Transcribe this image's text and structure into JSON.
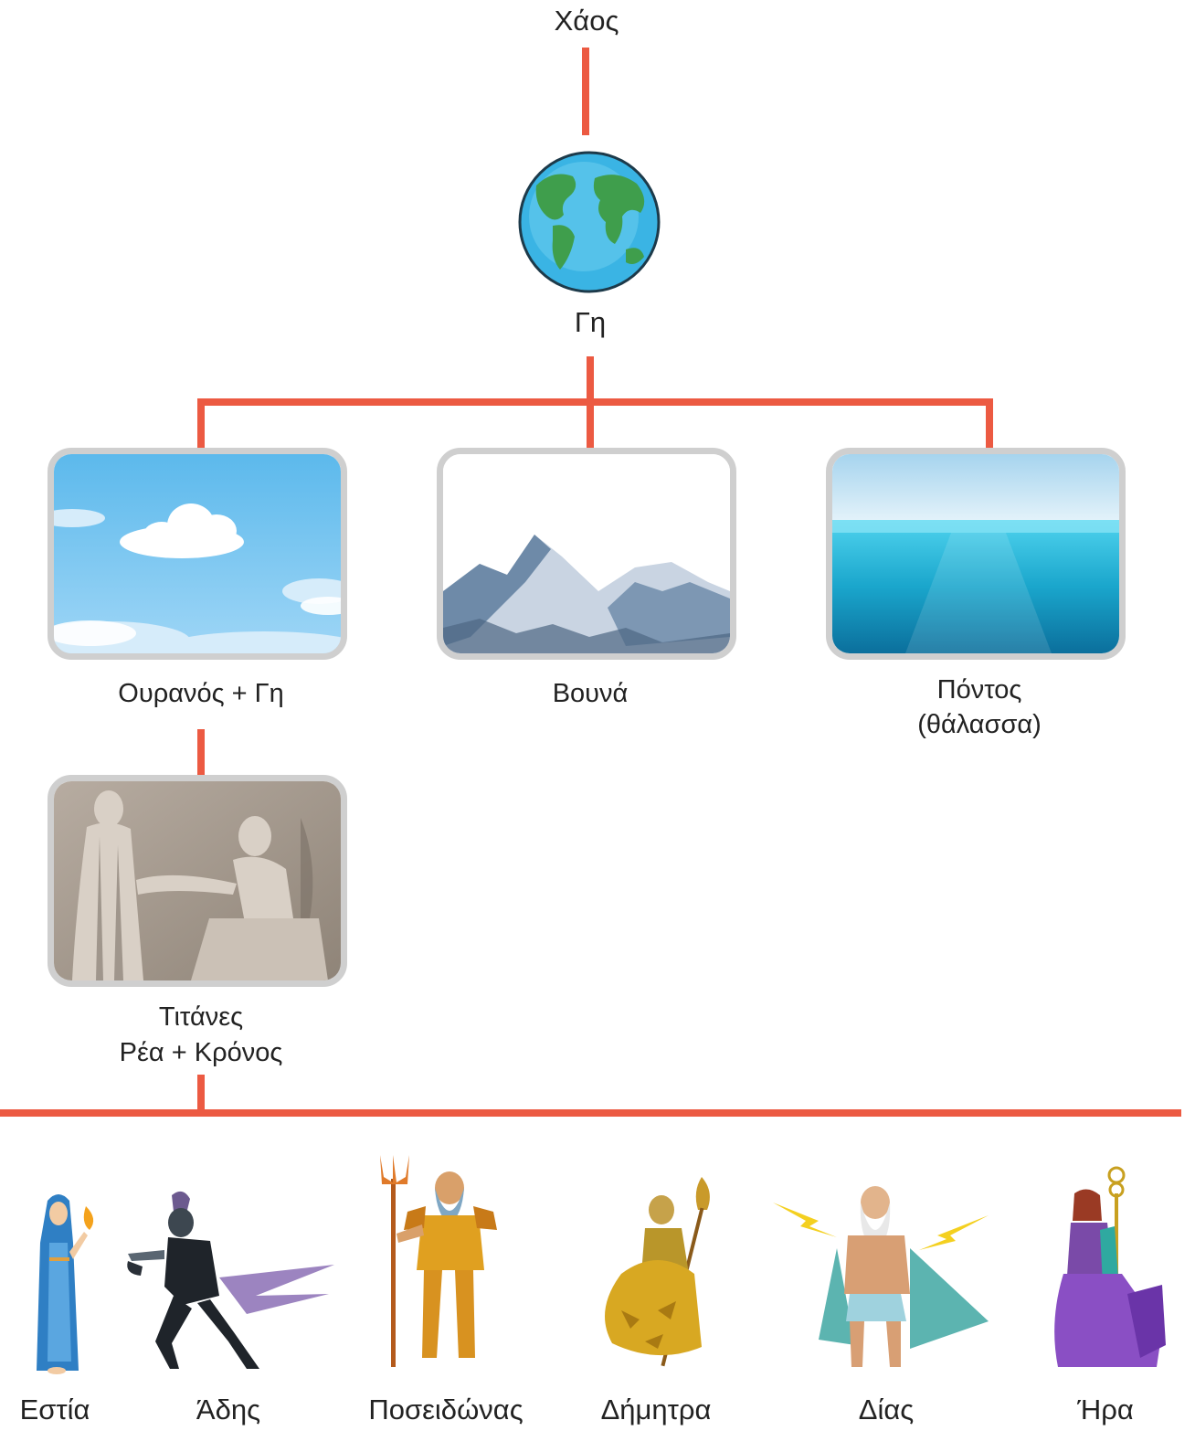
{
  "root": {
    "label": "Χάος"
  },
  "earth": {
    "label": "Γη"
  },
  "children": [
    {
      "label": "Ουρανός + Γη"
    },
    {
      "label": "Βουνά"
    },
    {
      "label_line1": "Πόντος",
      "label_line2": "(θάλασσα)"
    }
  ],
  "titans": {
    "label_line1": "Τιτάνες",
    "label_line2": "Ρέα + Κρόνος"
  },
  "gods": [
    {
      "label": "Εστία"
    },
    {
      "label": "Άδης"
    },
    {
      "label": "Ποσειδώνας"
    },
    {
      "label": "Δήμητρα"
    },
    {
      "label": "Δίας"
    },
    {
      "label": "Ήρα"
    }
  ],
  "colors": {
    "connector": "#ec5a42",
    "card_border": "#cfcfcf"
  }
}
